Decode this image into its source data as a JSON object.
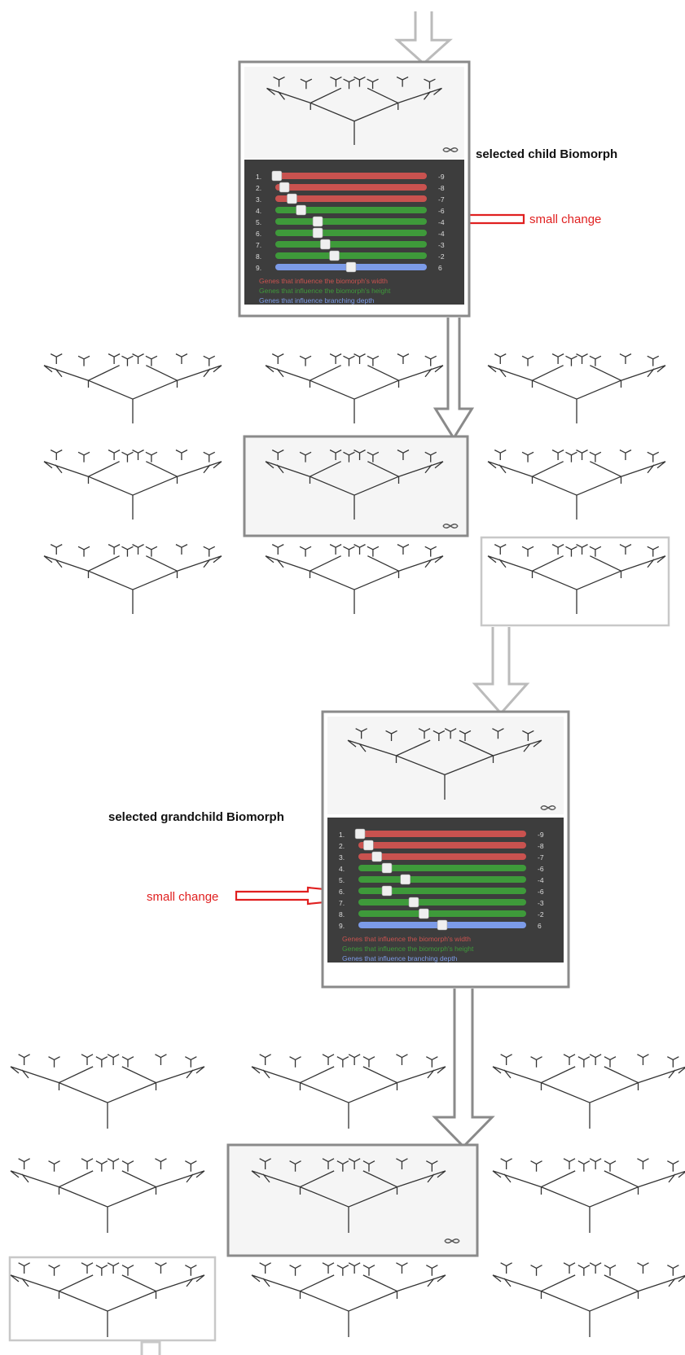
{
  "labels": {
    "selected_child": "selected child Biomorph",
    "selected_grandchild": "selected grandchild Biomorph",
    "small_change": "small change"
  },
  "legend": {
    "width": "Genes that influence the biomorph's width",
    "height": "Genes that influence the biomorph's height",
    "depth": "Genes that influence branching depth"
  },
  "colors": {
    "width_gene": "#c9524f",
    "height_gene": "#3e9a3a",
    "depth_gene": "#7c9be8",
    "panel_bg": "#3d3d3d",
    "frame": "#8a8a8a",
    "frame_light": "#c8c8c8",
    "annotation_red": "#e02020"
  },
  "panels": [
    {
      "id": "child",
      "genes": [
        {
          "index": "1.",
          "type": "width",
          "value": "-9",
          "knob": 0.01
        },
        {
          "index": "2.",
          "type": "width",
          "value": "-8",
          "knob": 0.06
        },
        {
          "index": "3.",
          "type": "width",
          "value": "-7",
          "knob": 0.11
        },
        {
          "index": "4.",
          "type": "height",
          "value": "-6",
          "knob": 0.17
        },
        {
          "index": "5.",
          "type": "height",
          "value": "-4",
          "knob": 0.28
        },
        {
          "index": "6.",
          "type": "height",
          "value": "-4",
          "knob": 0.28
        },
        {
          "index": "7.",
          "type": "height",
          "value": "-3",
          "knob": 0.33
        },
        {
          "index": "8.",
          "type": "height",
          "value": "-2",
          "knob": 0.39
        },
        {
          "index": "9.",
          "type": "depth",
          "value": "6",
          "knob": 0.5
        }
      ]
    },
    {
      "id": "grandchild",
      "genes": [
        {
          "index": "1.",
          "type": "width",
          "value": "-9",
          "knob": 0.01
        },
        {
          "index": "2.",
          "type": "width",
          "value": "-8",
          "knob": 0.06
        },
        {
          "index": "3.",
          "type": "width",
          "value": "-7",
          "knob": 0.11
        },
        {
          "index": "4.",
          "type": "height",
          "value": "-6",
          "knob": 0.17
        },
        {
          "index": "5.",
          "type": "height",
          "value": "-4",
          "knob": 0.28
        },
        {
          "index": "6.",
          "type": "height",
          "value": "-6",
          "knob": 0.17
        },
        {
          "index": "7.",
          "type": "height",
          "value": "-3",
          "knob": 0.33
        },
        {
          "index": "8.",
          "type": "height",
          "value": "-2",
          "knob": 0.39
        },
        {
          "index": "9.",
          "type": "depth",
          "value": "6",
          "knob": 0.5
        }
      ]
    }
  ]
}
